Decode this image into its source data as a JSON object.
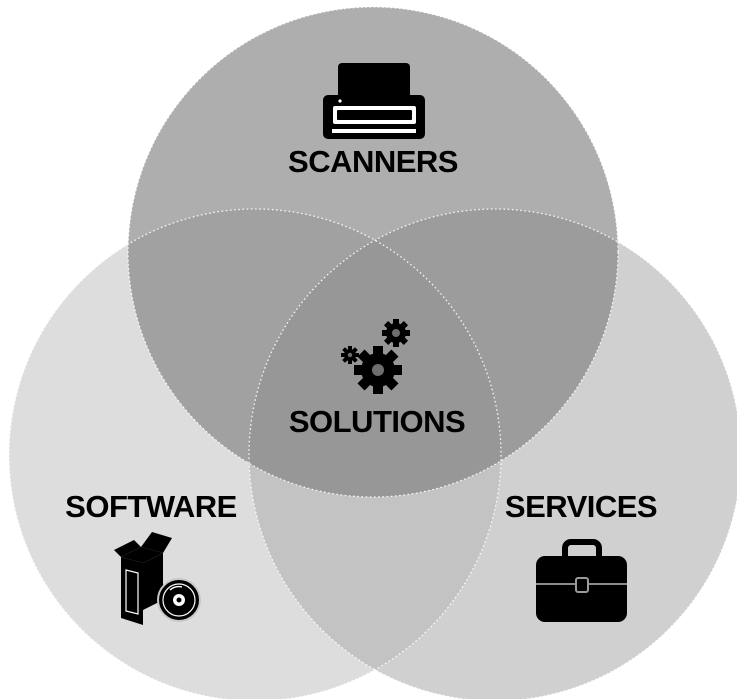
{
  "diagram": {
    "type": "venn",
    "labels": {
      "top": "SCANNERS",
      "left": "SOFTWARE",
      "right": "SERVICES",
      "center": "SOLUTIONS"
    },
    "icons": {
      "top": "scanner-icon",
      "left": "software-box-cd-icon",
      "right": "briefcase-icon",
      "center": "gears-icon"
    },
    "colors": {
      "circle_top": "#8c8c8c",
      "circle_left": "#c8c8c8",
      "circle_right": "#b8b8b8",
      "outline": "#ffffff",
      "text": "#000000",
      "icon": "#000000"
    }
  }
}
